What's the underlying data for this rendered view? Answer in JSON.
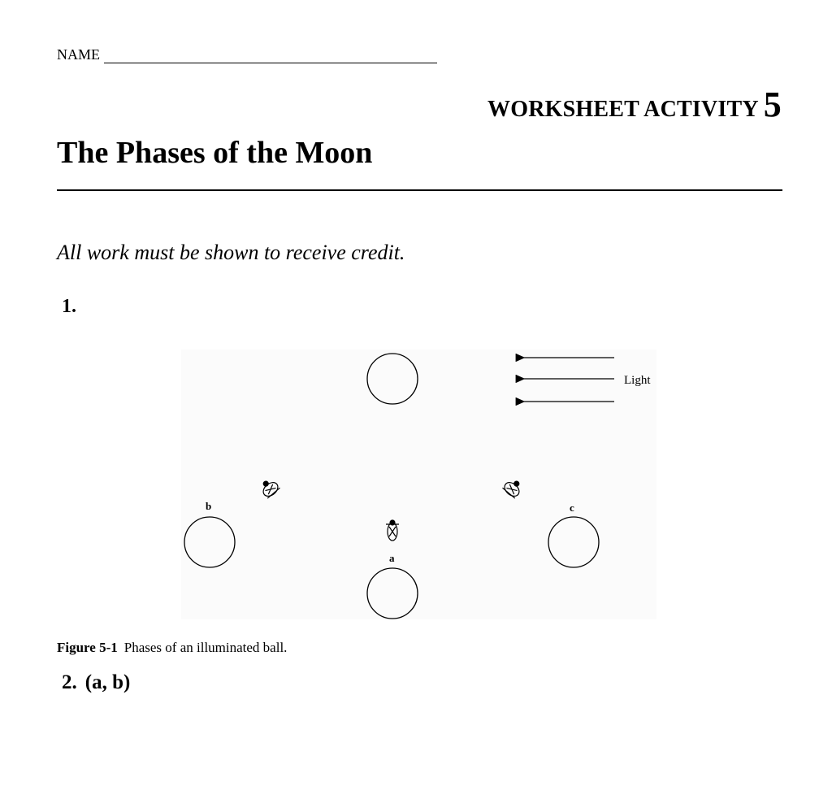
{
  "header": {
    "name_label": "NAME",
    "worksheet_label": "WORKSHEET ACTIVITY",
    "worksheet_number": "5"
  },
  "title": "The Phases of the Moon",
  "instructions": "All work must be shown to receive credit.",
  "questions": [
    {
      "number": "1."
    },
    {
      "number": "2.",
      "parts": "(a, b)"
    }
  ],
  "figure": {
    "light_label": "Light",
    "position_labels": [
      "a",
      "b",
      "c"
    ],
    "caption_label": "Figure 5-1",
    "caption_text": "Phases of an illuminated ball."
  }
}
